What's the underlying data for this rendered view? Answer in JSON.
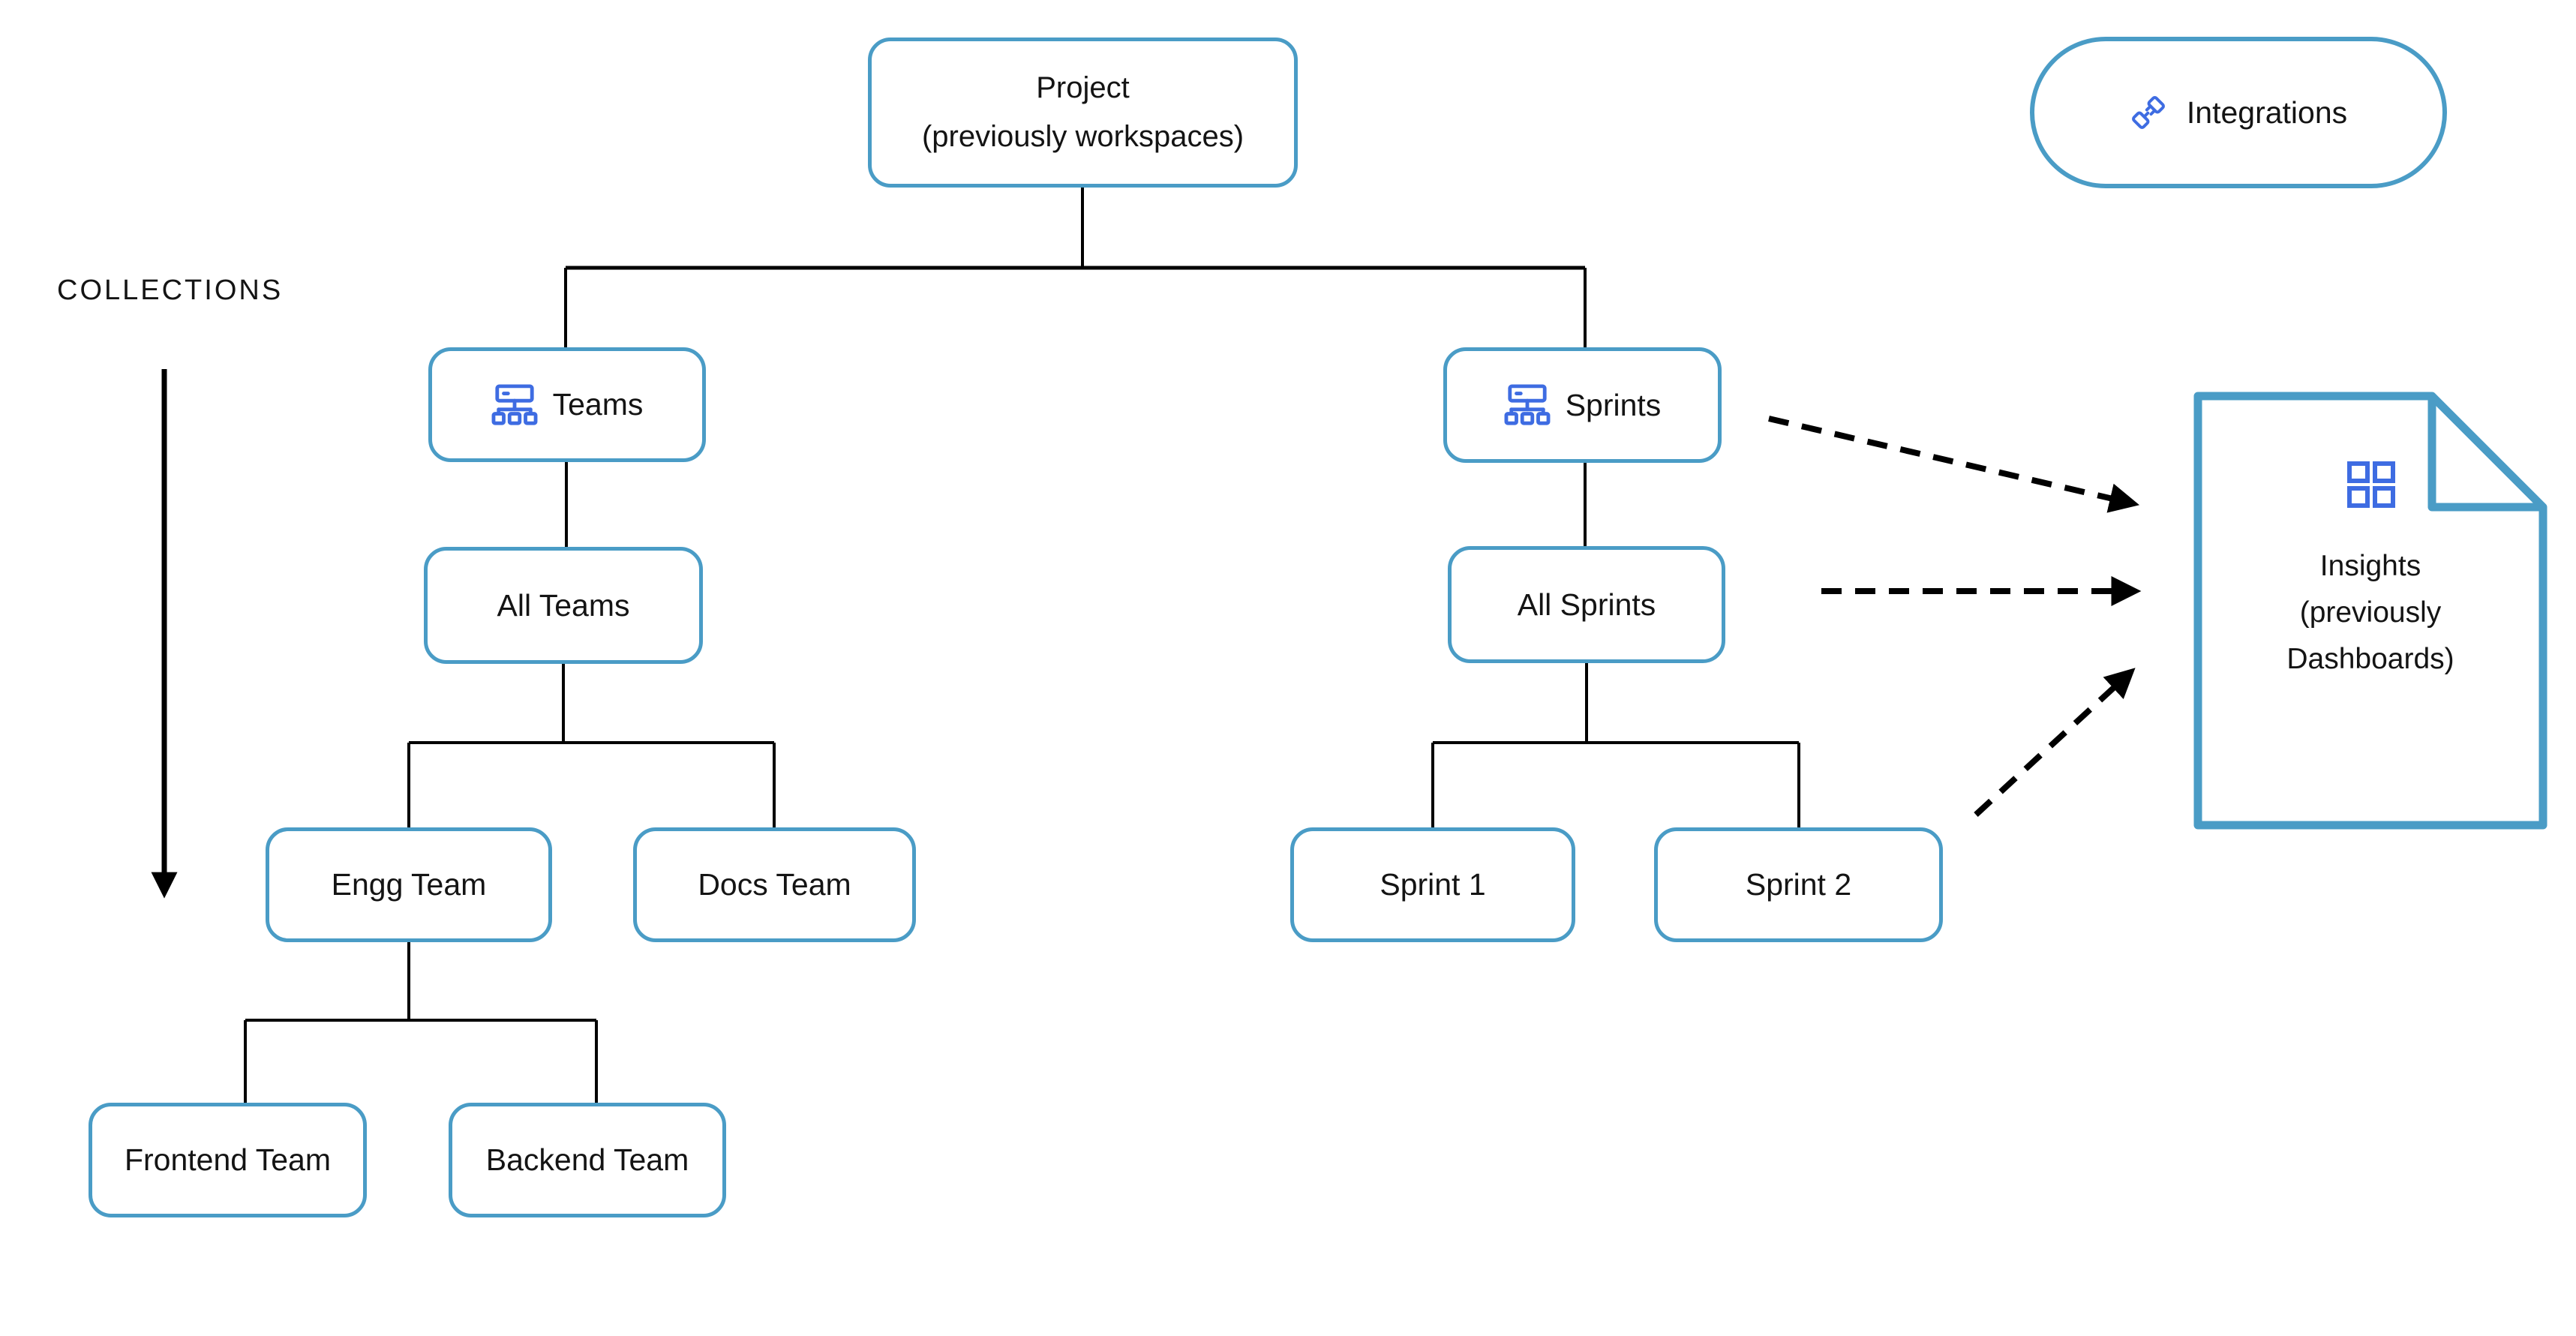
{
  "diagram": {
    "collections_label": "COLLECTIONS",
    "nodes": {
      "project": {
        "line1": "Project",
        "line2": "(previously workspaces)"
      },
      "teams": {
        "label": "Teams",
        "icon": "org-chart-icon"
      },
      "sprints": {
        "label": "Sprints",
        "icon": "org-chart-icon"
      },
      "all_teams": {
        "label": "All Teams"
      },
      "all_sprints": {
        "label": "All Sprints"
      },
      "engg_team": {
        "label": "Engg Team"
      },
      "docs_team": {
        "label": "Docs Team"
      },
      "sprint_1": {
        "label": "Sprint 1"
      },
      "sprint_2": {
        "label": "Sprint 2"
      },
      "frontend_team": {
        "label": "Frontend Team"
      },
      "backend_team": {
        "label": "Backend Team"
      }
    },
    "integrations": {
      "label": "Integrations",
      "icon": "plug-icon"
    },
    "insights": {
      "line1": "Insights",
      "line2": "(previously",
      "line3": "Dashboards)",
      "icon": "dashboard-grid-icon"
    },
    "colors": {
      "shape_border": "#4a9cc6",
      "icon_blue": "#3e6ce2",
      "connector": "#000000",
      "text": "#141414",
      "background": "#ffffff"
    }
  }
}
